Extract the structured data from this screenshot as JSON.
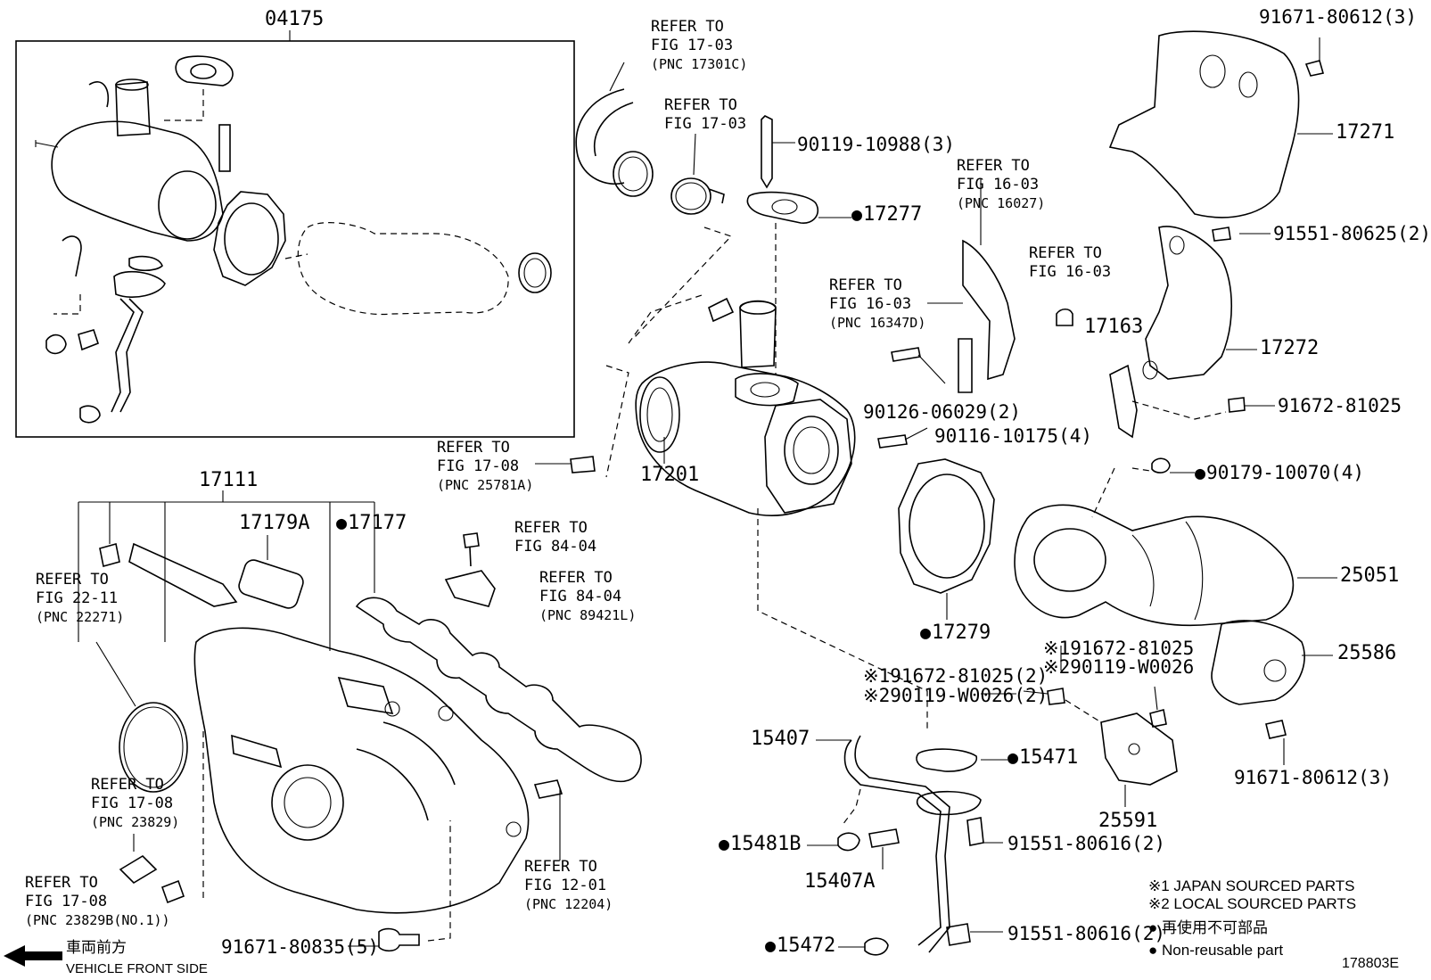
{
  "diagram_code": "178803E",
  "labels": {
    "p04175": "04175",
    "p17111": "17111",
    "p17179A": "17179A",
    "p17177": "17177",
    "p17201": "17201",
    "p17277": "17277",
    "p17271": "17271",
    "p17272": "17272",
    "p17163": "17163",
    "p25051": "25051",
    "p25586": "25586",
    "p25591": "25591",
    "p17279": "17279",
    "p15407": "15407",
    "p15407A": "15407A",
    "p15471": "15471",
    "p15481B": "15481B",
    "p15472": "15472",
    "b91671_80612_top": "91671-80612(3)",
    "b91551_80625": "91551-80625(2)",
    "b91672_81025": "91672-81025",
    "b90179_10070": "90179-10070(4)",
    "b90119_10988": "90119-10988(3)",
    "b90126_06029": "90126-06029(2)",
    "b90116_10175": "90116-10175(4)",
    "b91671_80612_bot": "91671-80612(3)",
    "b91551_80616_a": "91551-80616(2)",
    "b91551_80616_b": "91551-80616(2)",
    "b91671_80835": "91671-80835(5)",
    "m1_91672_81025_2": "※191672-81025(2)",
    "m2_90119_W0026_2": "※290119-W0026(2)",
    "m1_91672_81025": "※191672-81025",
    "m2_90119_W0026": "※290119-W0026"
  },
  "refs": {
    "r17301C": {
      "l1": "REFER TO",
      "l2": "FIG 17-03",
      "l3": "(PNC 17301C)"
    },
    "r1703": {
      "l1": "REFER TO",
      "l2": "FIG 17-03"
    },
    "r16027": {
      "l1": "REFER TO",
      "l2": "FIG 16-03",
      "l3": "(PNC 16027)"
    },
    "r1603": {
      "l1": "REFER TO",
      "l2": "FIG 16-03"
    },
    "r16347D": {
      "l1": "REFER TO",
      "l2": "FIG 16-03",
      "l3": "(PNC 16347D)"
    },
    "r25781A": {
      "l1": "REFER TO",
      "l2": "FIG 17-08",
      "l3": "(PNC 25781A)"
    },
    "r8404a": {
      "l1": "REFER TO",
      "l2": "FIG 84-04"
    },
    "r89421L": {
      "l1": "REFER TO",
      "l2": "FIG 84-04",
      "l3": "(PNC 89421L)"
    },
    "r22271": {
      "l1": "REFER TO",
      "l2": "FIG 22-11",
      "l3": "(PNC 22271)"
    },
    "r23829": {
      "l1": "REFER TO",
      "l2": "FIG 17-08",
      "l3": "(PNC 23829)"
    },
    "r23829B": {
      "l1": "REFER TO",
      "l2": "FIG 17-08",
      "l3": "(PNC 23829B(NO.1))"
    },
    "r12204": {
      "l1": "REFER TO",
      "l2": "FIG 12-01",
      "l3": "(PNC 12204)"
    }
  },
  "legend": {
    "japan": "※1 JAPAN SOURCED PARTS",
    "local": "※2 LOCAL SOURCED PARTS",
    "reuse_jp": "再使用不可部品",
    "reuse_en": "Non-reusable part"
  },
  "direction": {
    "jp": "車両前方",
    "en": "VEHICLE FRONT SIDE"
  }
}
